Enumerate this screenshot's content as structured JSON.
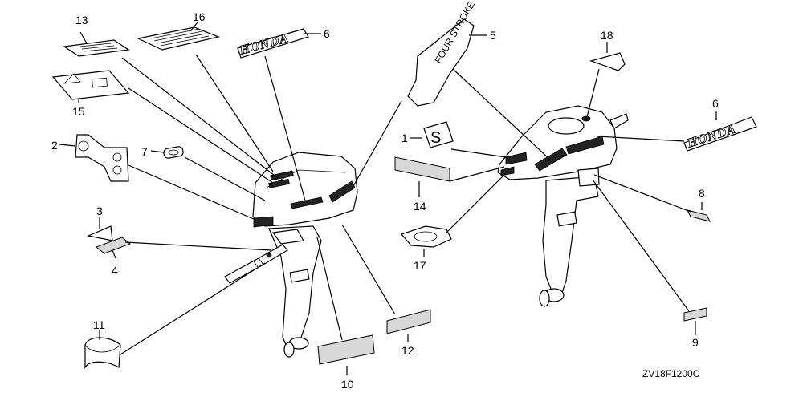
{
  "diagram": {
    "drawing_code": "ZV18F1200C",
    "brand_text": "HONDA",
    "callouts": [
      "13",
      "16",
      "6",
      "5",
      "18",
      "6",
      "15",
      "2",
      "7",
      "1",
      "14",
      "8",
      "3",
      "4",
      "17",
      "11",
      "10",
      "12",
      "9"
    ]
  }
}
